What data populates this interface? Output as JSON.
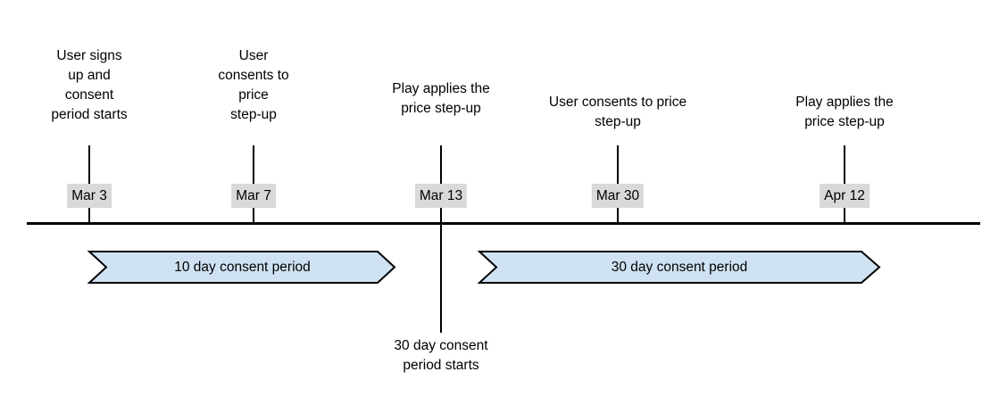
{
  "diagram": {
    "background_color": "#ffffff",
    "line_color": "#000000",
    "date_badge_bg": "#d9d9d9",
    "events": [
      {
        "date": "Mar 3",
        "label": "User signs\nup and\nconsent\nperiod starts"
      },
      {
        "date": "Mar 7",
        "label": "User\nconsents to\nprice\nstep-up"
      },
      {
        "date": "Mar 13",
        "label": "Play applies the\nprice step-up"
      },
      {
        "date": "Mar 30",
        "label": "User consents to price\nstep-up"
      },
      {
        "date": "Apr 12",
        "label": "Play applies the\nprice step-up"
      }
    ],
    "periods": [
      {
        "label": "10 day consent period",
        "fill": "#cfe2f3",
        "stroke": "#000000"
      },
      {
        "label": "30 day consent period",
        "fill": "#cfe2f3",
        "stroke": "#000000"
      }
    ],
    "note": "30 day consent\nperiod starts"
  }
}
